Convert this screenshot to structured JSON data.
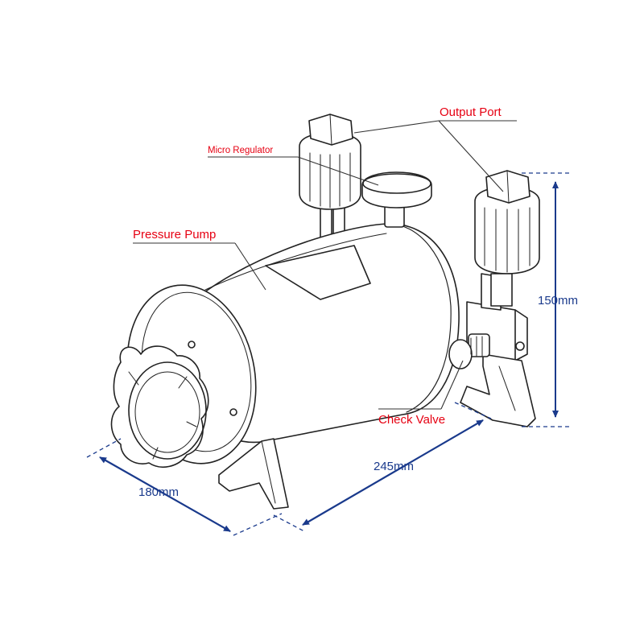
{
  "labels": {
    "output_port": "Output Port",
    "micro_regulator": "Micro Regulator",
    "pressure_pump": "Pressure Pump",
    "check_valve": "Check Valve"
  },
  "dimensions": {
    "height": "150mm",
    "length": "245mm",
    "width": "180mm"
  },
  "colors": {
    "label_red": "#e60012",
    "dimension_blue": "#1a3a8c",
    "outline": "#222222"
  }
}
